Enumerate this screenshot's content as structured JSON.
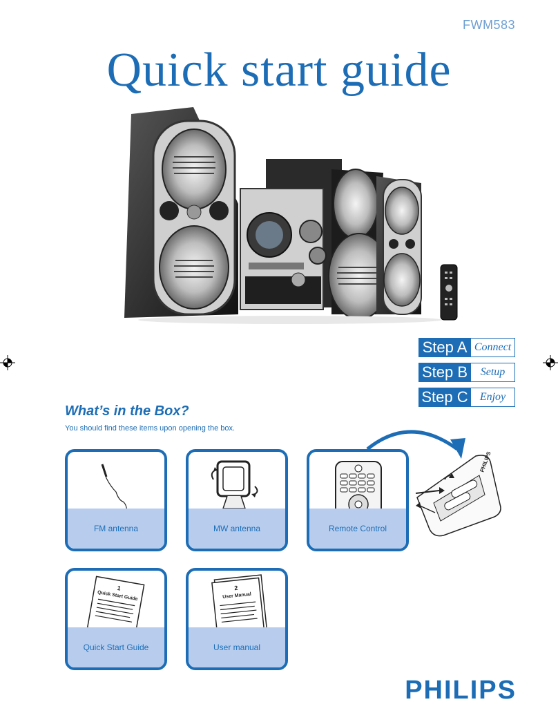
{
  "header": {
    "model": "FWM583",
    "title": "Quick start guide"
  },
  "steps": [
    {
      "label": "Step A",
      "word": "Connect"
    },
    {
      "label": "Step B",
      "word": "Setup"
    },
    {
      "label": "Step C",
      "word": "Enjoy"
    }
  ],
  "box_section": {
    "heading": "What’s in the Box?",
    "subtitle": "You should find these items upon opening the box."
  },
  "items": [
    {
      "label": "FM antenna",
      "icon": "fm-antenna-icon"
    },
    {
      "label": "MW antenna",
      "icon": "mw-antenna-icon"
    },
    {
      "label": "Remote Control",
      "icon": "remote-control-icon"
    },
    {
      "label": "Quick Start Guide",
      "icon": "quick-start-guide-icon",
      "doc_number": "1",
      "doc_title": "Quick Start Guide"
    },
    {
      "label": "User manual",
      "icon": "user-manual-icon",
      "doc_number": "2",
      "doc_title": "User Manual"
    }
  ],
  "brand": "PHILIPS",
  "colors": {
    "brand_blue": "#1c6db5",
    "label_band": "#b8cdee"
  }
}
